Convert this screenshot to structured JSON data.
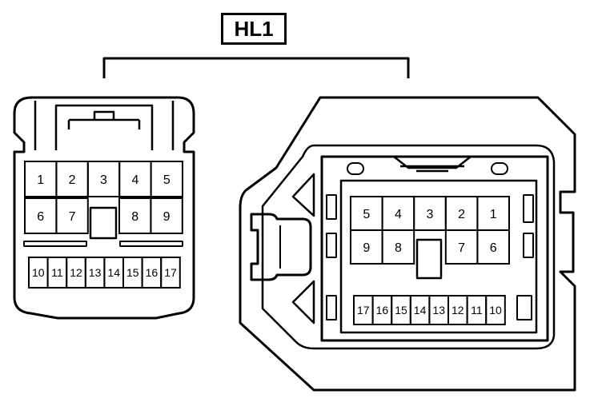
{
  "title": "HL1",
  "left_connector": {
    "row1": [
      "1",
      "2",
      "3",
      "4",
      "5"
    ],
    "row2_left": [
      "6",
      "7"
    ],
    "row2_right": [
      "8",
      "9"
    ],
    "row3": [
      "10",
      "11",
      "12",
      "13",
      "14",
      "15",
      "16",
      "17"
    ]
  },
  "right_connector": {
    "row1": [
      "5",
      "4",
      "3",
      "2",
      "1"
    ],
    "row2_left": [
      "9",
      "8"
    ],
    "row2_right": [
      "7",
      "6"
    ],
    "row3": [
      "17",
      "16",
      "15",
      "14",
      "13",
      "12",
      "11",
      "10"
    ]
  }
}
